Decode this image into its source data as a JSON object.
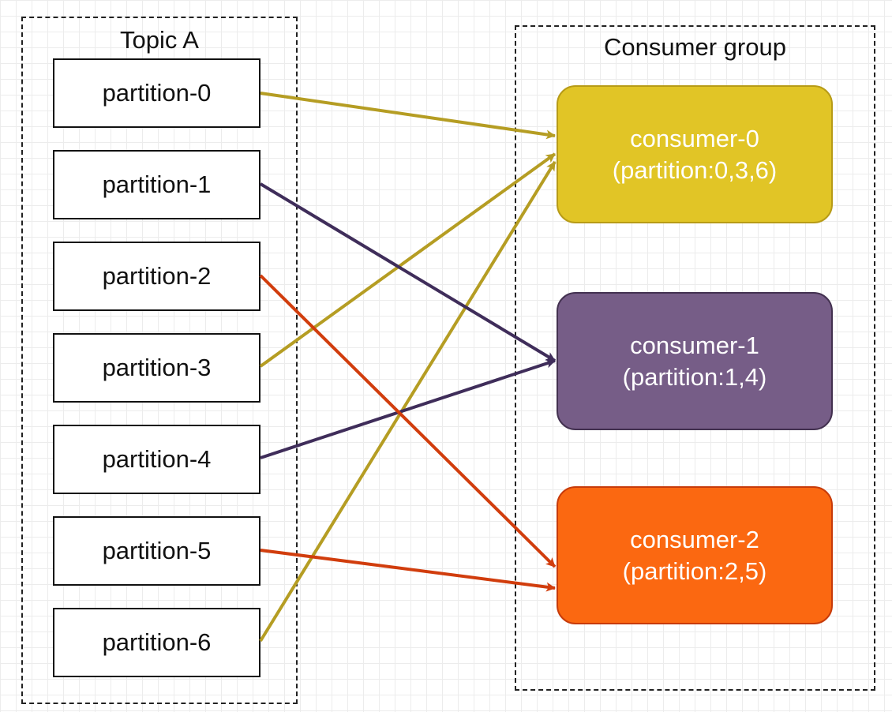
{
  "topic": {
    "title": "Topic A",
    "partitions": [
      "partition-0",
      "partition-1",
      "partition-2",
      "partition-3",
      "partition-4",
      "partition-5",
      "partition-6"
    ]
  },
  "consumer_group": {
    "title": "Consumer group",
    "consumers": [
      {
        "name": "consumer-0",
        "assignment": "(partition:0,3,6)",
        "color": "#e1c526",
        "border": "#b79b17"
      },
      {
        "name": "consumer-1",
        "assignment": "(partition:1,4)",
        "color": "#765d87",
        "border": "#433150"
      },
      {
        "name": "consumer-2",
        "assignment": "(partition:2,5)",
        "color": "#fb6811",
        "border": "#c73b0a"
      }
    ]
  },
  "edge_colors": {
    "consumer-0": "#b59d23",
    "consumer-1": "#3f2d5a",
    "consumer-2": "#d13d0d"
  }
}
